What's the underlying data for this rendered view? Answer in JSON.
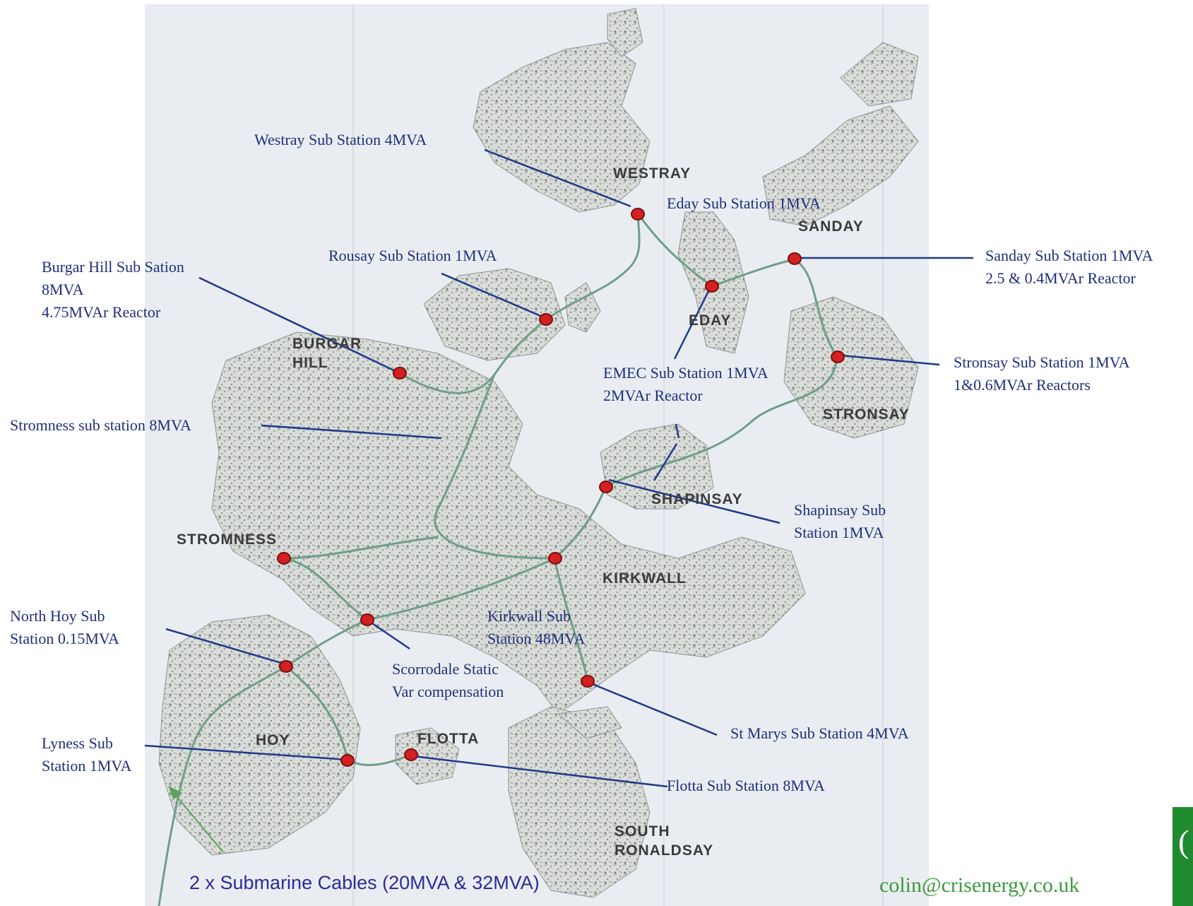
{
  "substations": [
    {
      "id": "westray",
      "lines": [
        "Westray Sub Station 4MVA"
      ]
    },
    {
      "id": "eday",
      "lines": [
        "Eday Sub Station 1MVA"
      ]
    },
    {
      "id": "rousay",
      "lines": [
        "Rousay Sub Station 1MVA"
      ]
    },
    {
      "id": "burgar",
      "lines": [
        "Burgar Hill Sub Sation",
        "8MVA",
        "4.75MVAr Reactor"
      ]
    },
    {
      "id": "sanday",
      "lines": [
        "Sanday Sub Station 1MVA",
        "2.5 & 0.4MVAr Reactor"
      ]
    },
    {
      "id": "stronsay",
      "lines": [
        "Stronsay Sub Station 1MVA",
        "1&0.6MVAr Reactors"
      ]
    },
    {
      "id": "emec",
      "lines": [
        "EMEC Sub Station 1MVA",
        "2MVAr Reactor"
      ]
    },
    {
      "id": "stromness",
      "lines": [
        "Stromness sub station 8MVA"
      ]
    },
    {
      "id": "shapinsay",
      "lines": [
        "Shapinsay  Sub",
        "Station 1MVA"
      ]
    },
    {
      "id": "northhoy",
      "lines": [
        "North Hoy Sub",
        "Station 0.15MVA"
      ]
    },
    {
      "id": "kirkwall",
      "lines": [
        "Kirkwall Sub",
        "Station 48MVA"
      ]
    },
    {
      "id": "scorrodale",
      "lines": [
        "Scorrodale Static",
        "Var compensation"
      ]
    },
    {
      "id": "stmarys",
      "lines": [
        "St Marys Sub Station 4MVA"
      ]
    },
    {
      "id": "lyness",
      "lines": [
        "Lyness Sub",
        "Station 1MVA"
      ]
    },
    {
      "id": "flotta",
      "lines": [
        "Flotta Sub Station 8MVA"
      ]
    }
  ],
  "islands": [
    {
      "id": "westray",
      "lines": [
        "WESTRAY"
      ]
    },
    {
      "id": "sanday",
      "lines": [
        "SANDAY"
      ]
    },
    {
      "id": "eday",
      "lines": [
        "EDAY"
      ]
    },
    {
      "id": "burgar-hill",
      "lines": [
        "BURGAR",
        "HILL"
      ]
    },
    {
      "id": "stronsay",
      "lines": [
        "STRONSAY"
      ]
    },
    {
      "id": "shapinsay",
      "lines": [
        "SHAPINSAY"
      ]
    },
    {
      "id": "stromness",
      "lines": [
        "STROMNESS"
      ]
    },
    {
      "id": "kirkwall",
      "lines": [
        "KIRKWALL"
      ]
    },
    {
      "id": "hoy",
      "lines": [
        "HOY"
      ]
    },
    {
      "id": "flotta",
      "lines": [
        "FLOTTA"
      ]
    },
    {
      "id": "south-ronaldsay",
      "lines": [
        "SOUTH",
        "RONALDSAY"
      ]
    }
  ],
  "cable_label": "2 x Submarine Cables (20MVA & 32MVA)",
  "email": "colin@crisenergy.co.uk",
  "colors": {
    "label": "#1f2f7a",
    "leader": "#1f3a8a",
    "cable_arrow": "#5aa55a",
    "grid": "#6f9f88",
    "node": "#d42020",
    "email": "#3c9a3c",
    "logo": "#1f8a2e"
  }
}
